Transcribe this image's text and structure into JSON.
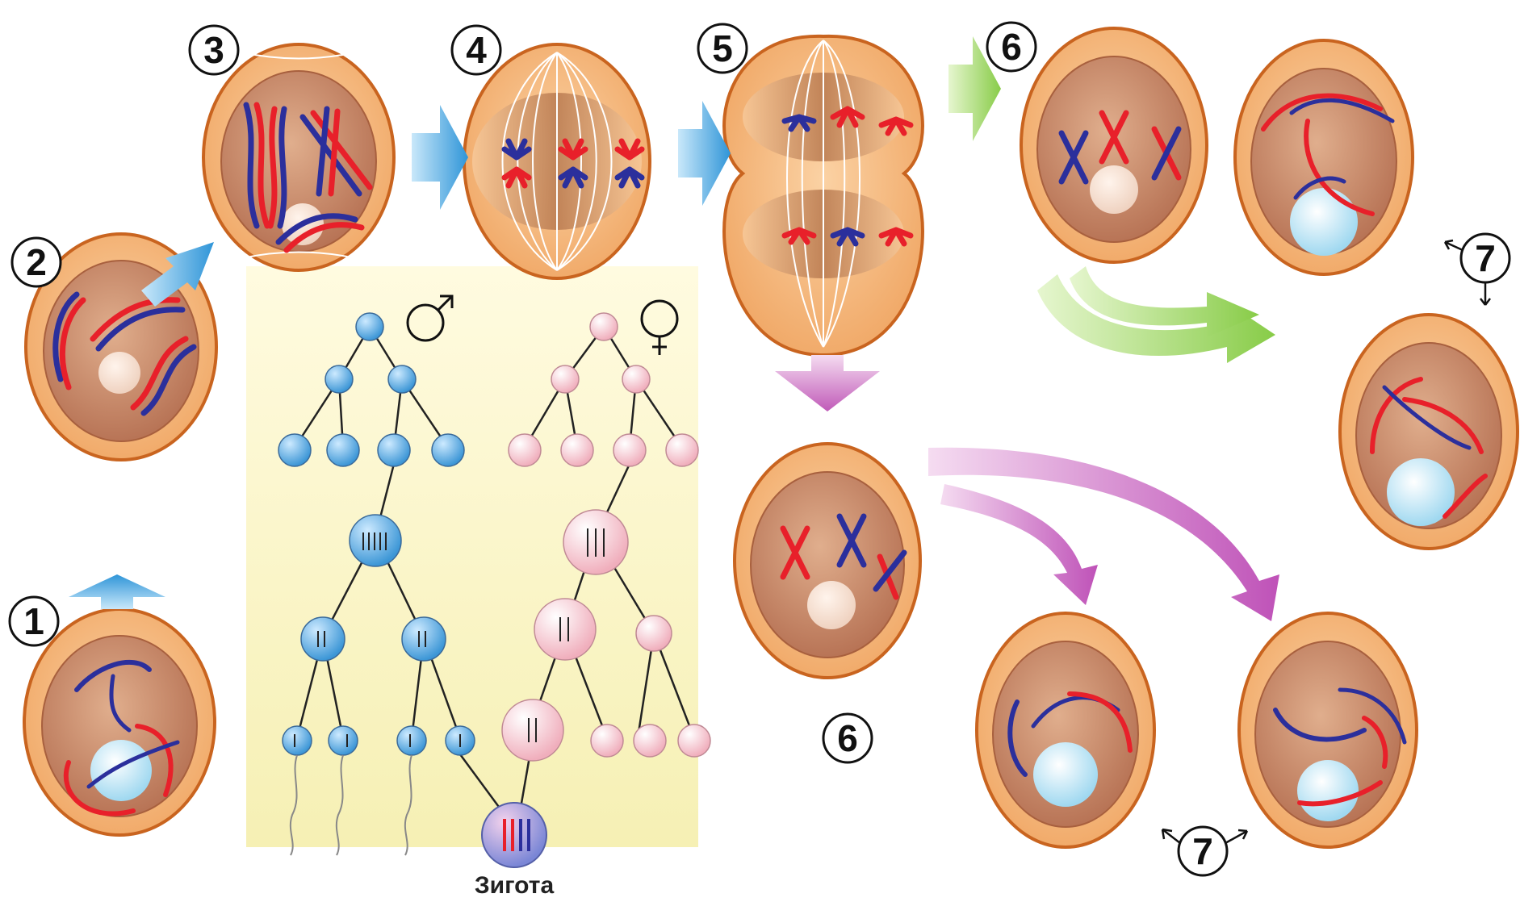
{
  "diagram": {
    "zygote_label": "Зигота",
    "male_symbol": "♂",
    "female_symbol": "♀",
    "stage_numbers": {
      "s1": "1",
      "s2": "2",
      "s3": "3",
      "s4": "4",
      "s5": "5",
      "s6_top": "6",
      "s6_bottom": "6",
      "s7_right": "7",
      "s7_bottom": "7"
    }
  },
  "colors": {
    "cell_outer": "#f3b27a",
    "cell_border": "#c9641f",
    "nucleus": "#c98a68",
    "chromatid_red": "#e8202a",
    "chromatid_blue": "#2b2f9c",
    "nucleolus": "#bfe6f5",
    "arrow_blue": "#3aa0dd",
    "arrow_green": "#9bd65a",
    "arrow_purple": "#c75fc0",
    "sperm_cell": "#5aaee0",
    "egg_cell": "#f7c4cf",
    "panel_bg": "#fbf7c6"
  }
}
